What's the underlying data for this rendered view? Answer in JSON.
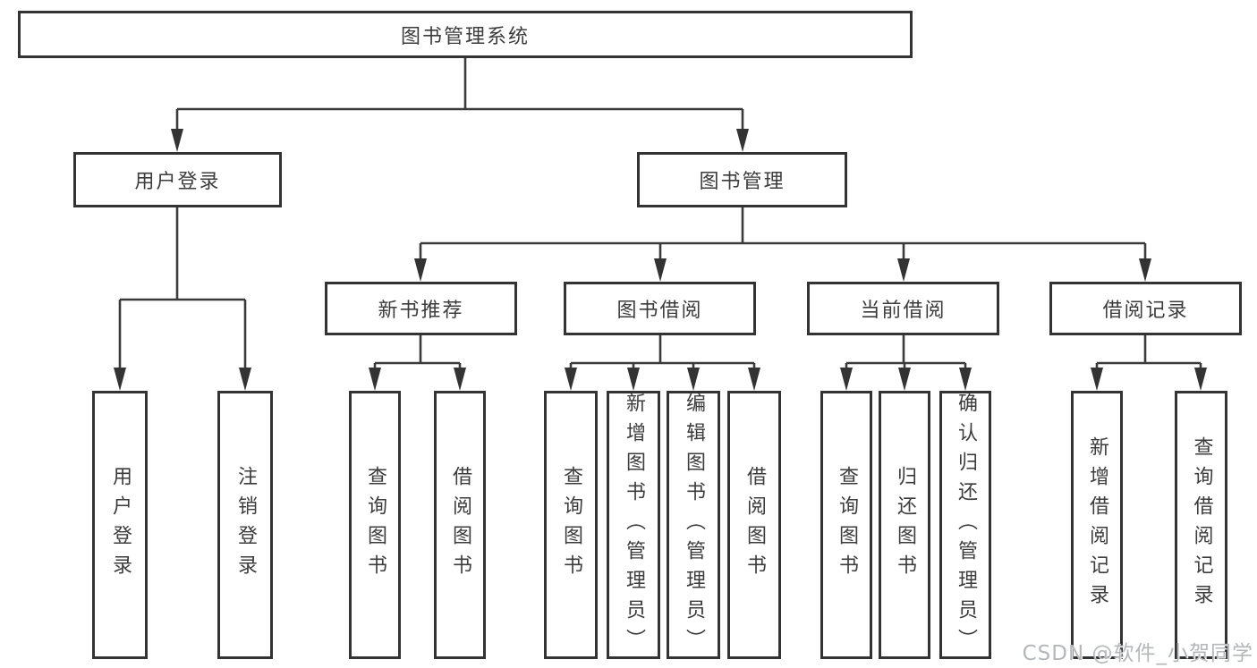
{
  "root": {
    "label": "图书管理系统"
  },
  "login": {
    "label": "用户登录",
    "children": [
      {
        "label": "用户登录"
      },
      {
        "label": "注销登录"
      }
    ]
  },
  "management": {
    "label": "图书管理",
    "sections": [
      {
        "label": "新书推荐",
        "children": [
          {
            "label": "查询图书"
          },
          {
            "label": "借阅图书"
          }
        ]
      },
      {
        "label": "图书借阅",
        "children": [
          {
            "label": "查询图书"
          },
          {
            "label": "新增图书（管理员）"
          },
          {
            "label": "编辑图书（管理员）"
          },
          {
            "label": "借阅图书"
          }
        ]
      },
      {
        "label": "当前借阅",
        "children": [
          {
            "label": "查询图书"
          },
          {
            "label": "归还图书"
          },
          {
            "label": "确认归还（管理员）"
          }
        ]
      },
      {
        "label": "借阅记录",
        "children": [
          {
            "label": "新增借阅记录"
          },
          {
            "label": "查询借阅记录"
          }
        ]
      }
    ]
  },
  "watermark": "CSDN @软件_小贺同学",
  "colors": {
    "line": "#3a3a3a",
    "box_border": "#333333",
    "text": "#3c3c3c",
    "watermark": "#b3b7ba",
    "background": "#ffffff"
  }
}
